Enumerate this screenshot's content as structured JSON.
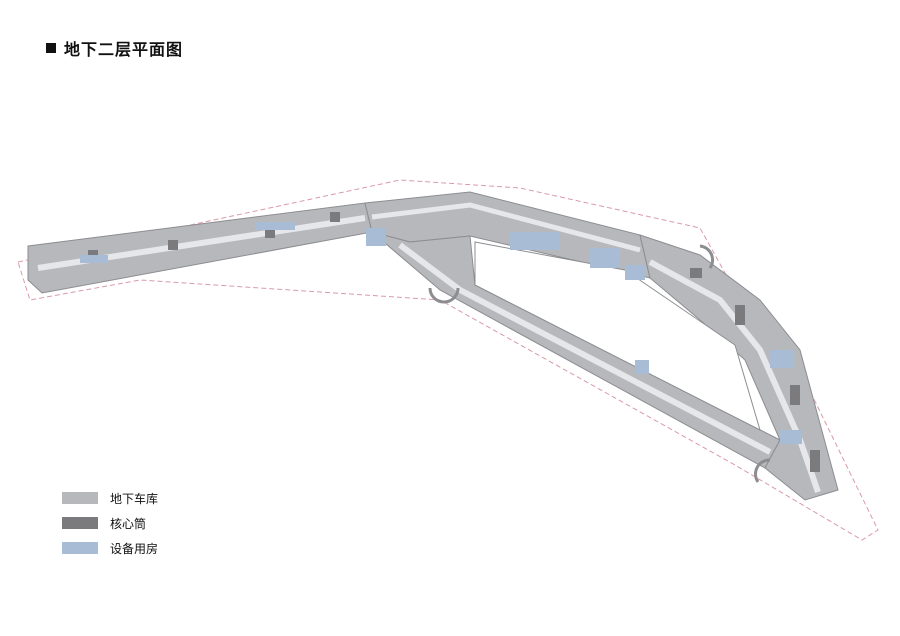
{
  "title": "地下二层平面图",
  "colors": {
    "garage": "#b7b8bc",
    "core": "#7b7b7d",
    "equipment": "#a9bcd6",
    "site_boundary": "#d99aa8",
    "corridor": "#e6e7ea"
  },
  "legend": [
    {
      "label": "地下车库",
      "color": "#b7b8bc"
    },
    {
      "label": "核心筒",
      "color": "#7b7b7d"
    },
    {
      "label": "设备用房",
      "color": "#a9bcd6"
    }
  ]
}
